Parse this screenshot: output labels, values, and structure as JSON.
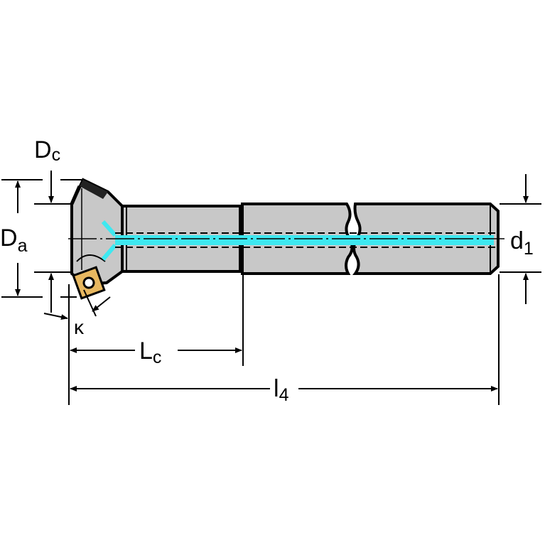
{
  "labels": {
    "dc": {
      "main": "D",
      "sub": "c"
    },
    "da": {
      "main": "D",
      "sub": "a"
    },
    "d1": {
      "main": "d",
      "sub": "1"
    },
    "kappa": {
      "main": "κ"
    },
    "lc": {
      "main": "L",
      "sub": "c"
    },
    "l4": {
      "main": "l",
      "sub": "4"
    }
  },
  "colors": {
    "body": "#c8c8c8",
    "coolant": "#3ee8f0",
    "insert": "#e8b860",
    "line": "#000000"
  }
}
